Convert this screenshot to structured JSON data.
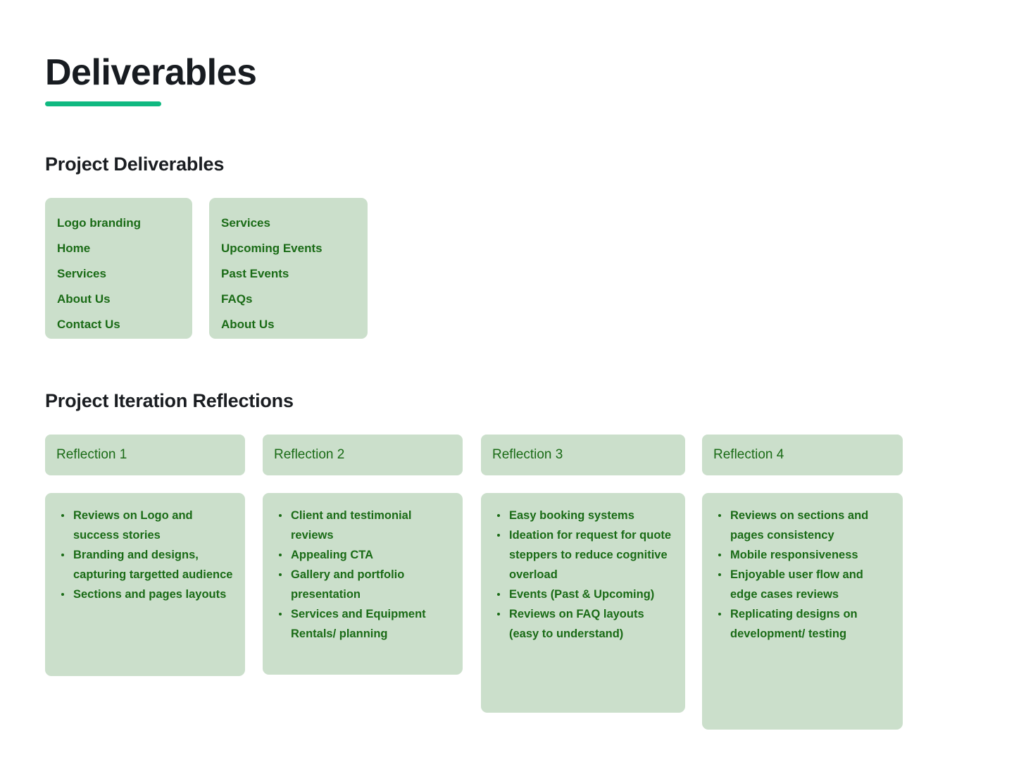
{
  "page": {
    "title": "Deliverables",
    "accent_color": "#10b981",
    "card_background": "#cbdfcb",
    "card_text_color": "#1a6b16",
    "heading_color": "#1a1d21"
  },
  "deliverables_section": {
    "heading": "Project Deliverables",
    "boxes": [
      {
        "items": [
          "Logo branding",
          "Home",
          "Services",
          "About Us",
          "Contact Us"
        ]
      },
      {
        "items": [
          "Services",
          "Upcoming Events",
          "Past Events",
          "FAQs",
          "About Us"
        ]
      }
    ]
  },
  "reflections_section": {
    "heading": "Project Iteration Reflections",
    "columns": [
      {
        "header": "Reflection 1",
        "items": [
          "Reviews on Logo  and success stories",
          "Branding and designs, capturing targetted audience",
          "Sections and pages layouts"
        ]
      },
      {
        "header": "Reflection 2",
        "items": [
          "Client and testimonial reviews",
          "Appealing CTA",
          "Gallery and portfolio presentation",
          "Services and Equipment Rentals/ planning"
        ]
      },
      {
        "header": "Reflection 3",
        "items": [
          "Easy booking systems",
          "Ideation for request for quote steppers to reduce cognitive overload",
          "Events (Past & Upcoming)",
          "Reviews on FAQ layouts (easy to understand)"
        ]
      },
      {
        "header": "Reflection 4",
        "items": [
          "Reviews on sections and pages consistency",
          "Mobile responsiveness",
          "Enjoyable user flow and edge cases reviews",
          "Replicating designs on development/ testing"
        ]
      }
    ]
  }
}
